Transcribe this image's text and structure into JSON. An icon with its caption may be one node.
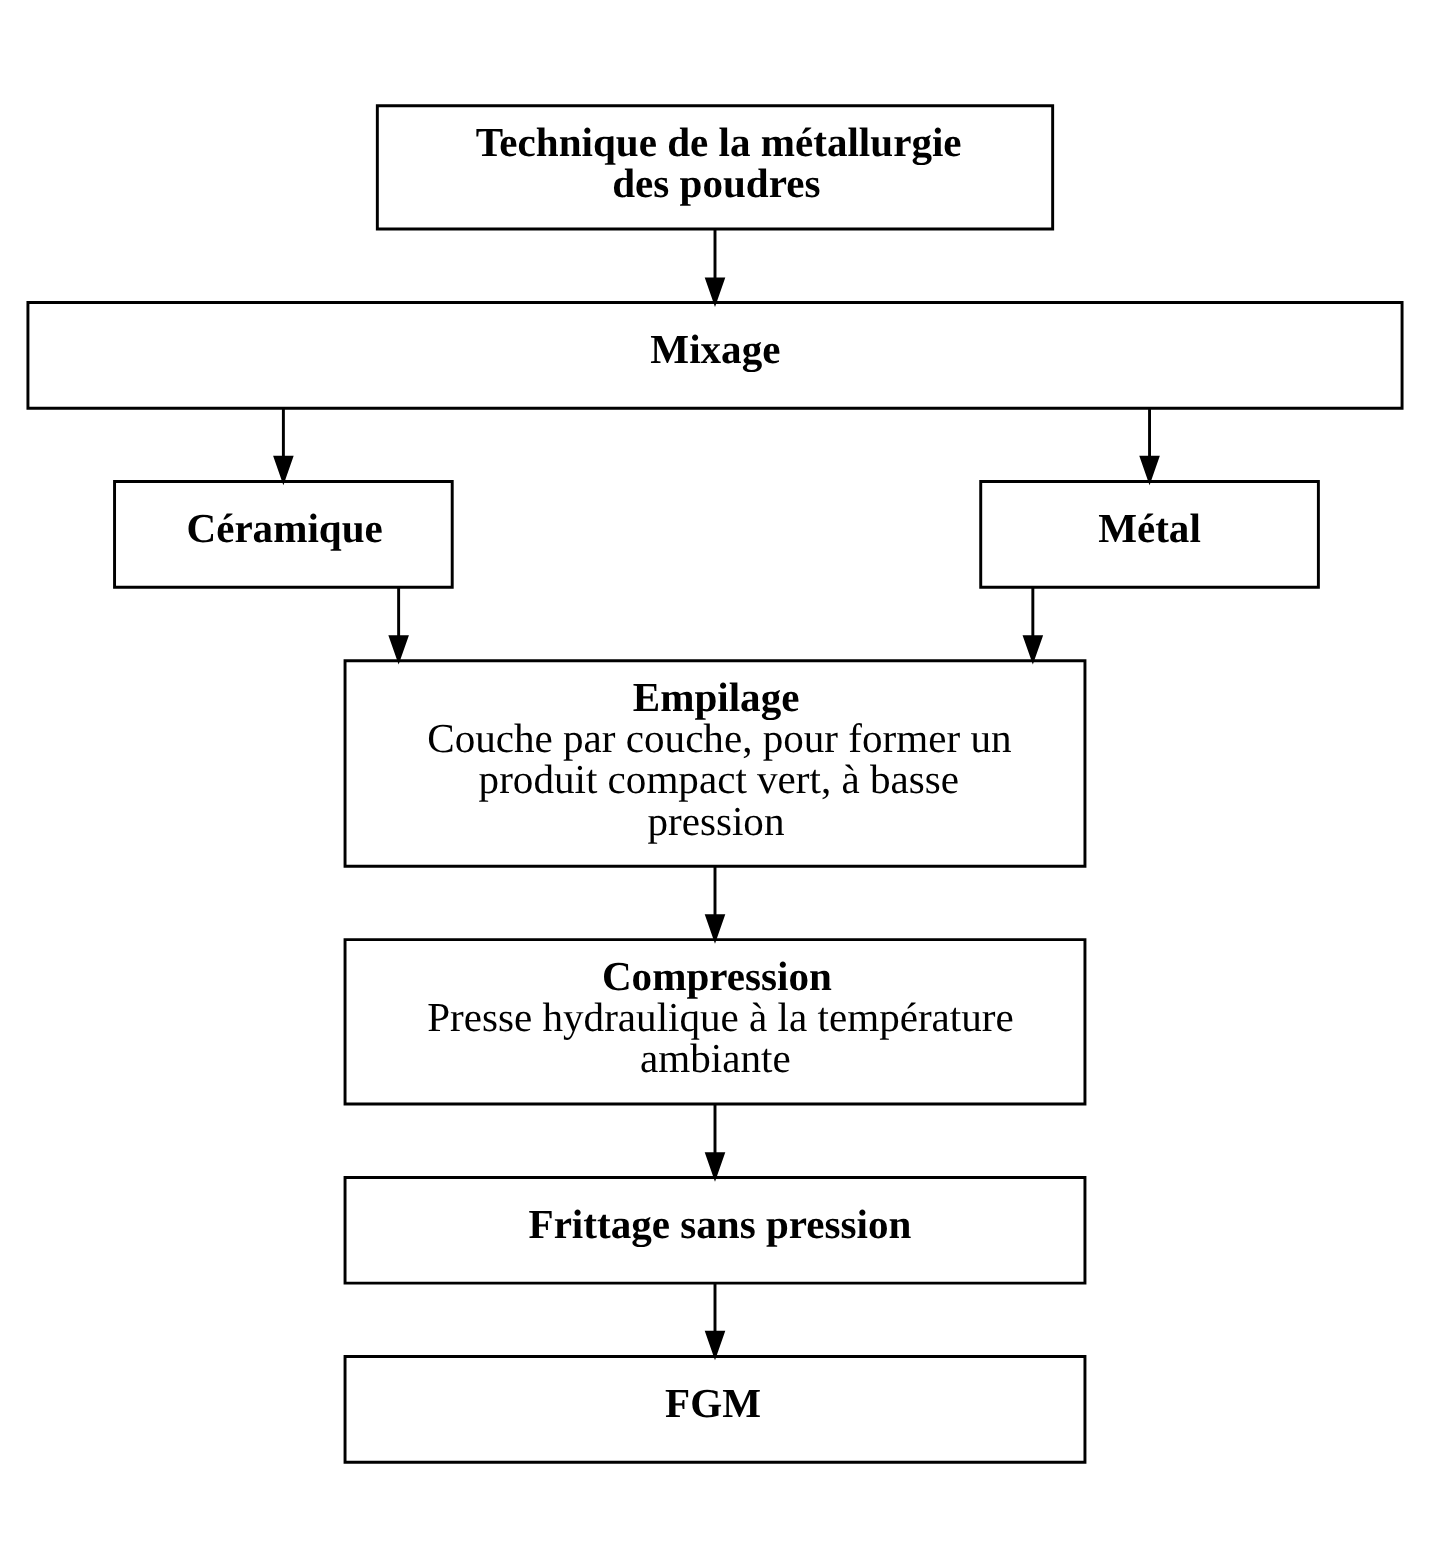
{
  "diagram": {
    "nodes": [
      {
        "text": [
          "Technique de la métallurgie des poudres"
        ]
      },
      {
        "text": [
          "Mixage"
        ]
      },
      {
        "text": [
          "Céramique"
        ]
      },
      {
        "text": [
          "Métal"
        ]
      },
      {
        "text": [
          "Empilage",
          "Couche par couche, pour former un produit compact vert, à basse pression"
        ]
      },
      {
        "text": [
          "Compression",
          "Presse hydraulique à la température ambiante"
        ]
      },
      {
        "text": [
          "Frittage sans pression"
        ]
      },
      {
        "text": [
          "FGM"
        ]
      }
    ],
    "edges": [
      {
        "from": 0,
        "to": 1,
        "arrow": "to"
      },
      {
        "from": 1,
        "to": 2,
        "arrow": "to"
      },
      {
        "from": 1,
        "to": 3,
        "arrow": "to"
      },
      {
        "from": 2,
        "to": 4,
        "arrow": "to"
      },
      {
        "from": 3,
        "to": 4,
        "arrow": "to"
      },
      {
        "from": 4,
        "to": 5,
        "arrow": "to"
      },
      {
        "from": 5,
        "to": 6,
        "arrow": "to"
      },
      {
        "from": 6,
        "to": 7,
        "arrow": "to"
      }
    ]
  }
}
